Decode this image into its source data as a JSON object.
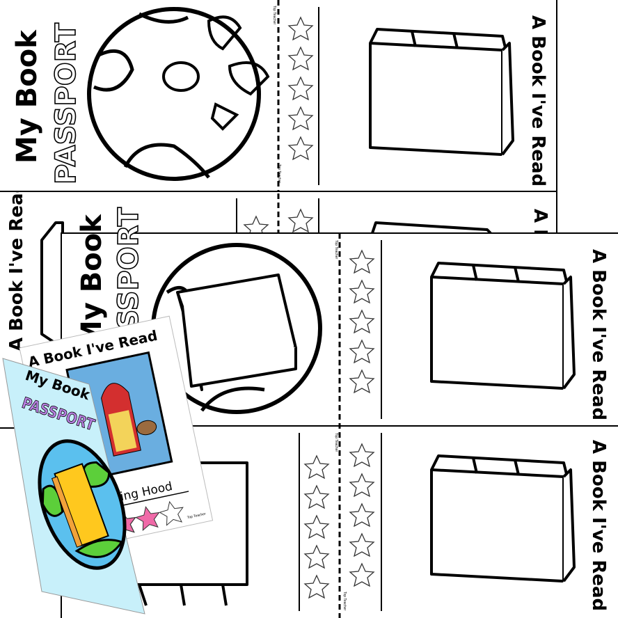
{
  "worksheet": {
    "cover_title_line1": "My Book",
    "cover_title_line2": "PASSPORT",
    "page_title": "A Book I've Read",
    "page_title_partial": "A B",
    "page_title_fragment": "Book",
    "credit": "Top Teacher",
    "stars_per_column": 5
  },
  "sample_cards": {
    "book_page": {
      "title": "A Book I've Read",
      "book_name_visible": "Riding Hood",
      "credit": "Top Teacher",
      "filled_star_color": "#f06aa8",
      "book_cover_color": "#6aaee0"
    },
    "cover": {
      "title_line1": "My Book",
      "title_line2": "PASSPORT",
      "background_color": "#c8f0fa",
      "passport_color": "#b77fe0",
      "globe_land_color": "#5ccf3a",
      "globe_water_color": "#5bc0ee",
      "book_color": "#ffc81e"
    }
  }
}
